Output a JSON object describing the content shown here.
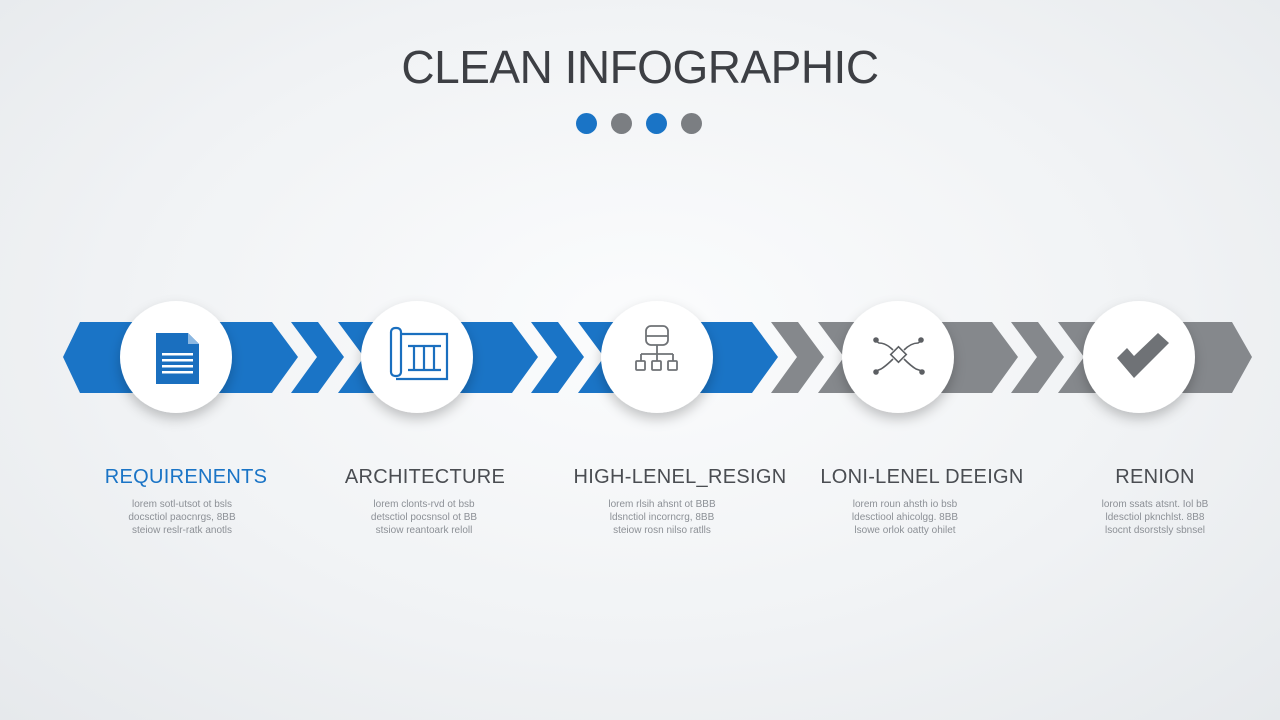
{
  "title": "CLEAN INFOGRAPHIC",
  "colors": {
    "blue": "#1a74c6",
    "gray": "#85888c",
    "dot_blue": "#1a74c6",
    "dot_gray": "#7b7e82",
    "title": "#3d3f44",
    "icon_blue": "#1a6fbf",
    "icon_gray": "#6f7276"
  },
  "dots": [
    "blue",
    "gray",
    "blue",
    "gray"
  ],
  "steps": [
    {
      "label": "REQUIRENENTS",
      "icon": "document-icon",
      "active": true,
      "desc": [
        "lorem sotl-utsot ot bsls",
        "docsctiol paocnrgs, 8BB",
        "steiow reslr-ratk anotls"
      ]
    },
    {
      "label": "ARCHITECTURE",
      "icon": "blueprint-icon",
      "active": true,
      "desc": [
        "lorem clonts-rvd ot bsb",
        "detsctiol pocsnsol ot BB",
        "stsiow reantoark reloll"
      ]
    },
    {
      "label": "HIGH-LENEL_RESIGN",
      "icon": "hierarchy-icon",
      "active": true,
      "desc": [
        "lorem rlsih ahsnt ot BBB",
        "ldsnctiol incorncrg, 8BB",
        "steiow rosn nilso ratlls"
      ]
    },
    {
      "label": "LONI-LENEL DEEIGN",
      "icon": "network-icon",
      "active": false,
      "desc": [
        "lorem roun ahsth io bsb",
        "ldesctiool ahicolgg. 8BB",
        "lsowe orlok oatty ohilet"
      ]
    },
    {
      "label": "RENION",
      "icon": "checkmark-icon",
      "active": false,
      "desc": [
        "lorom ssats atsnt. Iol bB",
        "ldesctiol pknchlst. 8B8",
        "lsocnt dsorstsly sbnsel"
      ]
    }
  ]
}
